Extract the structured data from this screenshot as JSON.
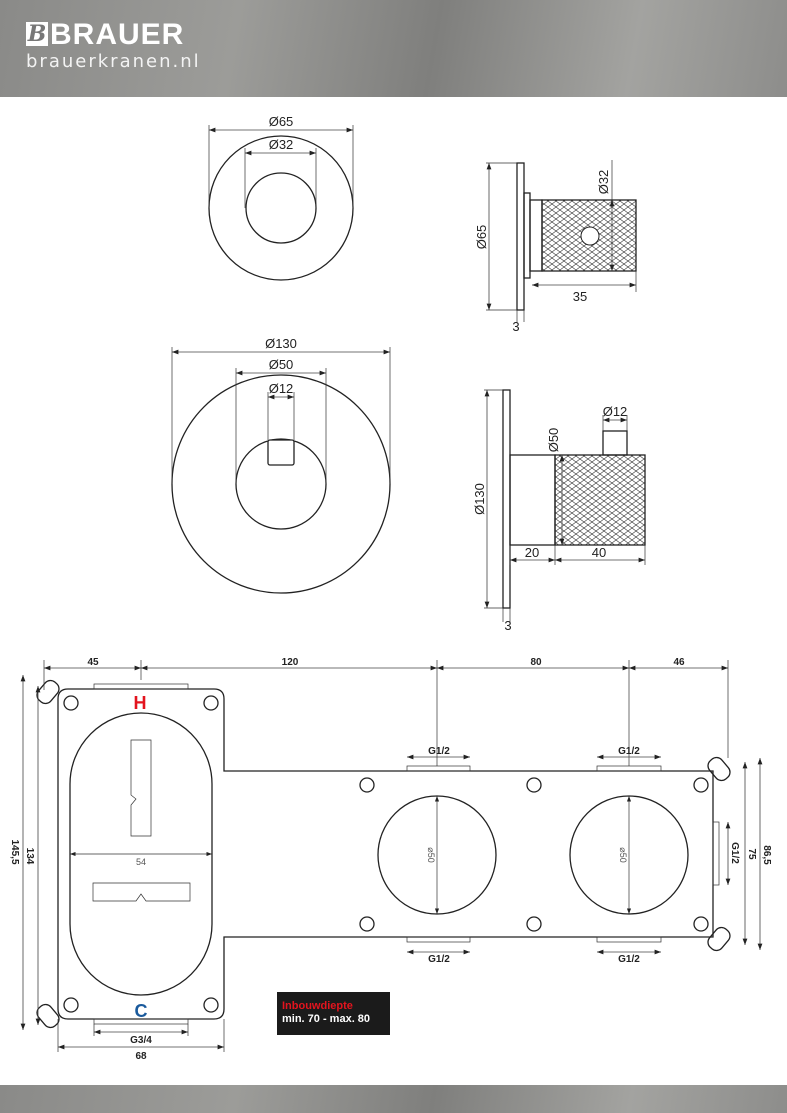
{
  "brand": {
    "name": "BRAUER",
    "url": "brauerkranen.nl",
    "mark": "B"
  },
  "views": {
    "knob_front": {
      "outer": "Ø65",
      "inner": "Ø32"
    },
    "knob_side": {
      "diameter": "Ø65",
      "knob": "Ø32",
      "length": "35",
      "plate": "3"
    },
    "mixer_front": {
      "outer": "Ø130",
      "body": "Ø50",
      "stem": "Ø12"
    },
    "mixer_side": {
      "diameter": "Ø130",
      "body": "Ø50",
      "stem": "Ø12",
      "collar": "20",
      "knob": "40",
      "plate": "3"
    }
  },
  "box": {
    "top_dims": [
      "45",
      "120",
      "80",
      "46"
    ],
    "left_dims": [
      "145,5",
      "134"
    ],
    "right_dims": [
      "G1/2",
      "75",
      "86,5"
    ],
    "hot": "H",
    "cold": "C",
    "oval_width": "54",
    "top_ports": [
      "G1/2",
      "G1/2"
    ],
    "bottom_ports": [
      "G1/2",
      "G1/2"
    ],
    "inlet": "G3/4",
    "width": "68",
    "cutouts": [
      "⌀50",
      "⌀50"
    ]
  },
  "info": {
    "title": "Inbouwdiepte",
    "value": "min. 70 - max. 80"
  },
  "colors": {
    "hot": "#e3141e",
    "cold": "#1a5a9c",
    "info_bg": "#1b1b1b"
  }
}
